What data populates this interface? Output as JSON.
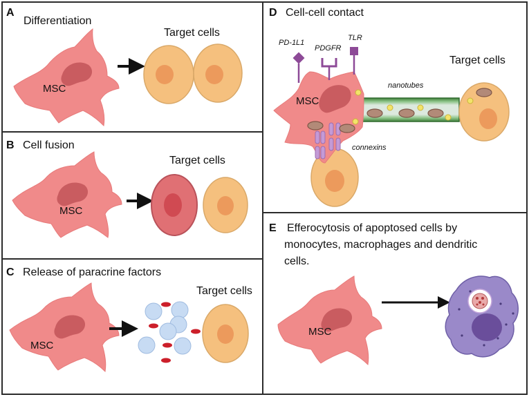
{
  "panels": {
    "a": {
      "letter": "A",
      "title": "Differentiation",
      "target": "Target cells",
      "msc": "MSC"
    },
    "b": {
      "letter": "B",
      "title": "Cell fusion",
      "target": "Target cells",
      "msc": "MSC"
    },
    "c": {
      "letter": "C",
      "title": "Release of paracrine factors",
      "target": "Target cells",
      "msc": "MSC"
    },
    "d": {
      "letter": "D",
      "title": "Cell-cell contact",
      "target": "Target cells",
      "msc": "MSC",
      "receptors": [
        "PD-1L1",
        "PDGFR",
        "TLR"
      ],
      "nanotubes": "nanotubes",
      "connexins": "connexins"
    },
    "e": {
      "letter": "E",
      "title_lines": [
        "Efferocytosis of apoptosed cells by",
        "monocytes, macrophages and dendritic",
        "cells."
      ],
      "msc": "MSC"
    }
  },
  "colors": {
    "msc_fill": "#f08a8a",
    "msc_nucleus": "#c95c60",
    "target_fill": "#f5c07e",
    "target_nucleus": "#ec9a5c",
    "fused_fill": "#e07074",
    "paracrine_blue": "#c7dbf3",
    "paracrine_red": "#cc1f2a",
    "receptor_purple": "#8d4a97",
    "macrophage": "#9a89c9",
    "nanotube_green": "#4e8c4a"
  }
}
